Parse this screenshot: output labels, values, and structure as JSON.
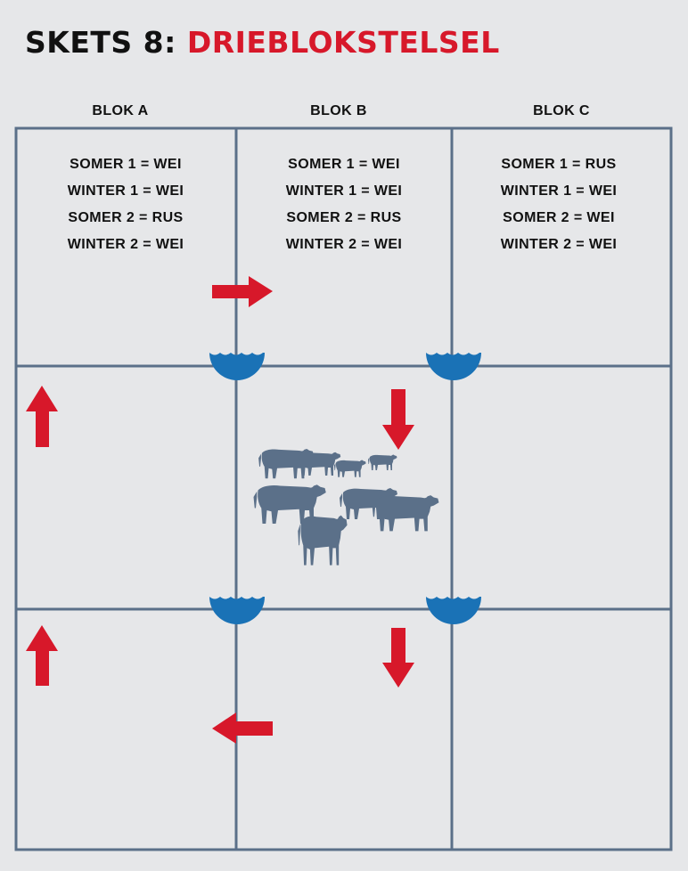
{
  "title": {
    "prefix": "SKETS 8:",
    "main": "DRIEBLOKSTELSEL"
  },
  "blocks": [
    {
      "label": "BLOK A",
      "rules": [
        "SOMER 1 = WEI",
        "WINTER 1 = WEI",
        "SOMER 2 = RUS",
        "WINTER 2 = WEI"
      ]
    },
    {
      "label": "BLOK B",
      "rules": [
        "SOMER 1 = WEI",
        "WINTER 1 = WEI",
        "SOMER 2 = RUS",
        "WINTER 2 = WEI"
      ]
    },
    {
      "label": "BLOK C",
      "rules": [
        "SOMER 1 = RUS",
        "WINTER 1 = WEI",
        "SOMER 2 = WEI",
        "WINTER 2 = WEI"
      ]
    }
  ],
  "colors": {
    "background": "#e6e7e9",
    "grid": "#5b7089",
    "arrow": "#d7182a",
    "water": "#1a72b6",
    "cattle": "#5b7089"
  },
  "icons": {
    "water-trough": "water-trough-icon",
    "movement-arrow": "arrow-icon",
    "herd": "cattle-herd-icon"
  }
}
